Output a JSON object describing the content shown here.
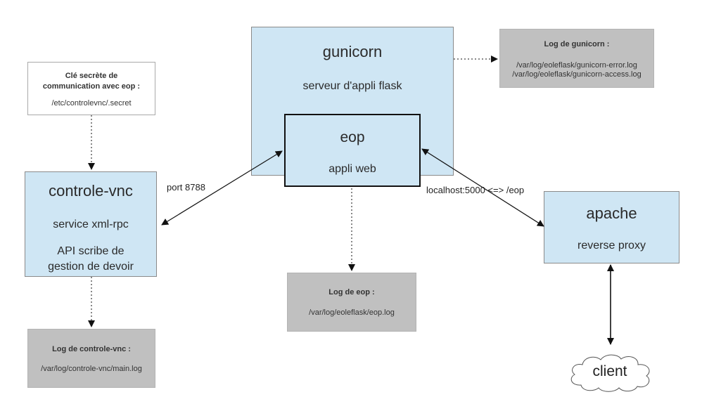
{
  "gunicorn": {
    "title": "gunicorn",
    "subtitle": "serveur d'appli flask"
  },
  "eop": {
    "title": "eop",
    "subtitle": "appli web"
  },
  "controle_vnc": {
    "title": "controle-vnc",
    "service": "service xml-rpc",
    "api_line1": "API scribe de",
    "api_line2": "gestion de devoir"
  },
  "apache": {
    "title": "apache",
    "subtitle": "reverse proxy"
  },
  "secret_key": {
    "title_line1": "Clé secrète de",
    "title_line2": "communication avec eop :",
    "path": "/etc/controlevnc/.secret"
  },
  "log_gunicorn": {
    "title": "Log de gunicorn :",
    "path1": "/var/log/eoleflask/gunicorn-error.log",
    "path2": "/var/log/eoleflask/gunicorn-access.log"
  },
  "log_eop": {
    "title": "Log de eop :",
    "path": "/var/log/eoleflask/eop.log"
  },
  "log_controle_vnc": {
    "title": "Log de controle-vnc :",
    "path": "/var/log/controle-vnc/main.log"
  },
  "client": {
    "label": "client"
  },
  "edges": {
    "port_label": "port 8788",
    "localhost_label": "localhost:5000 <=> /eop"
  },
  "colors": {
    "service_box": "#cfe6f4",
    "log_box": "#c0c0c0",
    "note_box": "#ffffff",
    "connector": "#111111"
  }
}
